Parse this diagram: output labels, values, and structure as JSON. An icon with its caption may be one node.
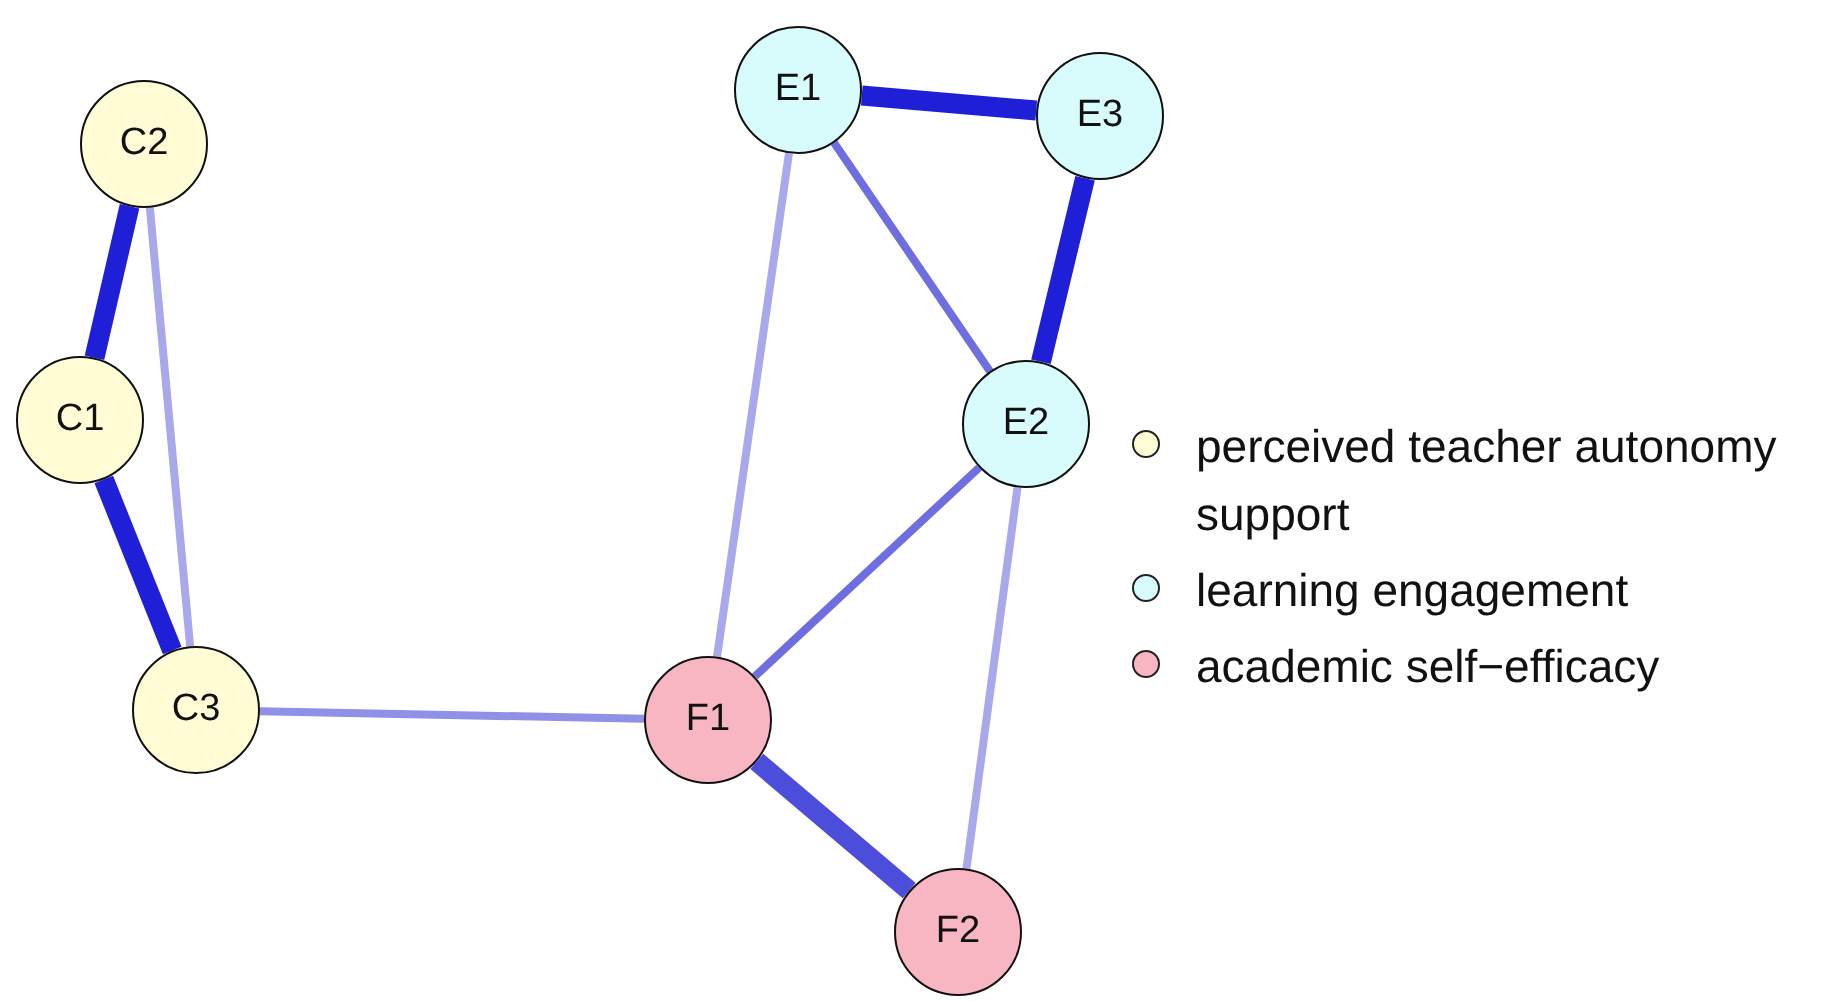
{
  "diagram": {
    "nodes": [
      {
        "text": [
          "C2"
        ]
      },
      {
        "text": [
          "C1"
        ]
      },
      {
        "text": [
          "E1"
        ]
      },
      {
        "text": [
          "E3"
        ]
      },
      {
        "text": [
          "E2"
        ]
      },
      {
        "text": [
          "C3"
        ]
      },
      {
        "text": [
          "F1"
        ]
      },
      {
        "text": [
          "F2"
        ]
      }
    ],
    "edges": [
      {
        "from": 0,
        "to": 1,
        "arrow": "none",
        "style": "thick"
      },
      {
        "from": 0,
        "to": 5,
        "arrow": "none",
        "color": "#a8a8ec"
      },
      {
        "from": 1,
        "to": 5,
        "arrow": "none",
        "style": "thick"
      },
      {
        "from": 5,
        "to": 6,
        "arrow": "none",
        "color": "#9090e6"
      },
      {
        "from": 2,
        "to": 3,
        "arrow": "none",
        "style": "thick"
      },
      {
        "from": 2,
        "to": 4,
        "arrow": "none",
        "color": "#6e6ee0"
      },
      {
        "from": 2,
        "to": 6,
        "arrow": "none",
        "color": "#a8a8ec"
      },
      {
        "from": 3,
        "to": 4,
        "arrow": "none",
        "style": "thick"
      },
      {
        "from": 4,
        "to": 6,
        "arrow": "none",
        "color": "#6e6ee0"
      },
      {
        "from": 4,
        "to": 7,
        "arrow": "none",
        "color": "#a8a8ec"
      },
      {
        "from": 6,
        "to": 7,
        "arrow": "none",
        "style": "thick",
        "color": "#4d4ddc"
      }
    ],
    "legend": [
      {
        "text": "perceived teacher autonomy support",
        "color": "#fffcd6"
      },
      {
        "text": "learning engagement",
        "color": "#d8fbfb"
      },
      {
        "text": "academic self−efficacy",
        "color": "#f8b5c2"
      }
    ]
  }
}
